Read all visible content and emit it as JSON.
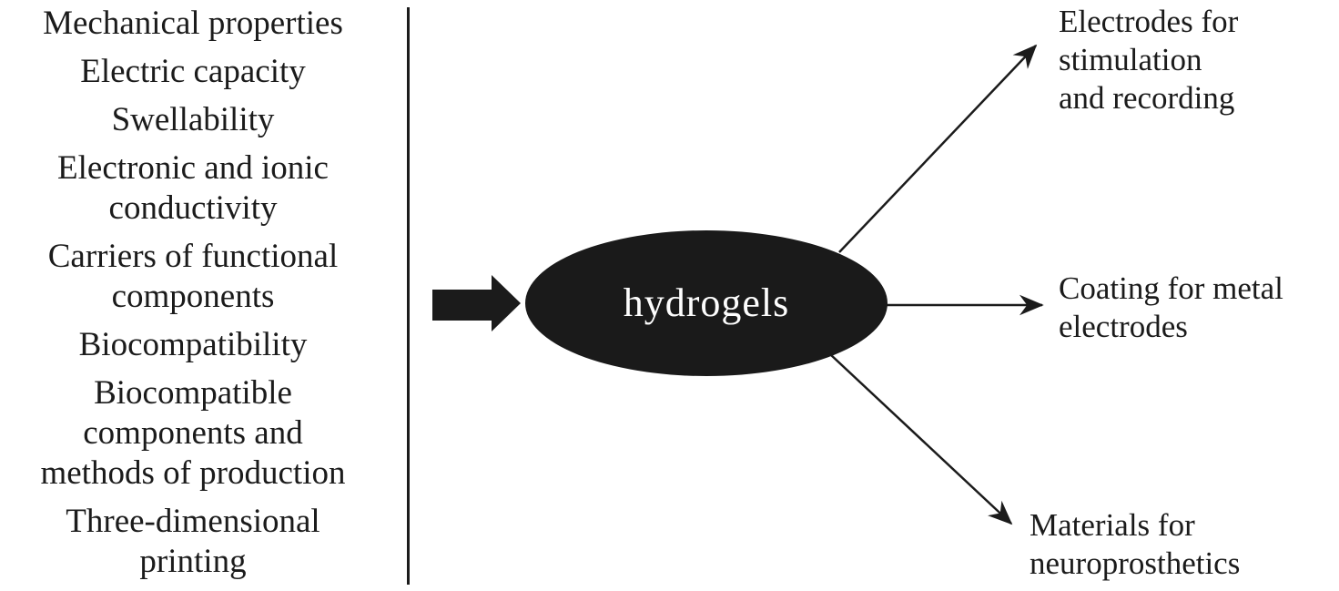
{
  "diagram": {
    "title_hidden": "",
    "colors": {
      "background": "#ffffff",
      "ink": "#1b1b1b",
      "node_fill": "#1a1a1a",
      "node_text": "#fdfdfd"
    },
    "node": {
      "label": "hydrogels"
    },
    "properties": {
      "items": [
        "Mechanical properties",
        "Electric capacity",
        "Swellability",
        "Electronic and ionic\nconductivity",
        "Carriers of functional\ncomponents",
        "Biocompatibility",
        "Biocompatible\ncomponents and\nmethods of production",
        "Three-dimensional\nprinting"
      ]
    },
    "applications": {
      "items": [
        "Electrodes for\nstimulation\nand recording",
        "Coating for metal\nelectrodes",
        "Materials for\nneuroprosthetics"
      ]
    },
    "icons": {
      "input_arrow": "bold-right-arrow",
      "connector_arrow": "thin-barbed-arrow"
    }
  }
}
